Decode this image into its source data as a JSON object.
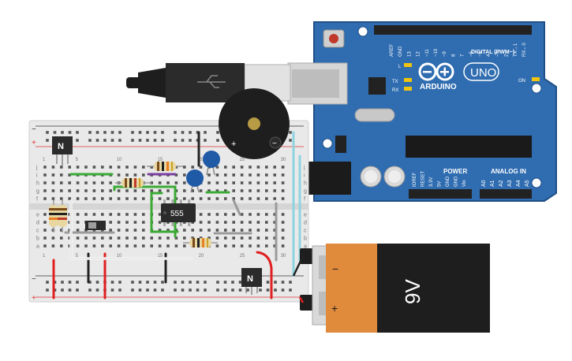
{
  "arduino": {
    "name": "ARDUINO",
    "model": "UNO",
    "pin_header_digital": [
      "AREF",
      "GND",
      "13",
      "12",
      "~11",
      "~10",
      "~9",
      "8",
      "7",
      "~6",
      "~5",
      "4",
      "~3",
      "2",
      "TX→1",
      "RX←0"
    ],
    "digital_label": "DIGITAL (PWM~)",
    "led_l": "L",
    "led_tx": "TX",
    "led_rx": "RX",
    "led_on": "ON",
    "power_label": "POWER",
    "analog_label": "ANALOG IN",
    "power_pins": [
      "IOREF",
      "RESET",
      "3.3V",
      "5V",
      "GND",
      "GND",
      "Vin"
    ],
    "analog_pins": [
      "A0",
      "A1",
      "A2",
      "A3",
      "A4",
      "A5"
    ],
    "colors": {
      "board": "#2f6cb0",
      "board_dark": "#1f4f86",
      "header": "#222222"
    }
  },
  "breadboard": {
    "col_numbers": [
      "1",
      "5",
      "10",
      "15",
      "20",
      "25",
      "30"
    ],
    "row_letters_top": [
      "j",
      "i",
      "h",
      "g",
      "f"
    ],
    "row_letters_bottom": [
      "e",
      "d",
      "c",
      "b",
      "a"
    ],
    "rail_minus": "−",
    "rail_plus": "+"
  },
  "components": {
    "ic_label": "555",
    "transistor_label": "N",
    "buzzer_plus": "+",
    "buzzer_minus": "−"
  },
  "battery": {
    "label": "9V",
    "minus": "−",
    "plus": "+"
  },
  "colors": {
    "wire_green": "#3aaa35",
    "wire_red": "#e02020",
    "wire_black": "#222222",
    "wire_purple": "#7b3fa0",
    "wire_white": "#f4f4f4",
    "wire_gray": "#9a9a9a",
    "wire_cyan": "#8fd3e0",
    "battery_orange": "#e08a3c",
    "capacitor_blue": "#1f5aa6"
  }
}
